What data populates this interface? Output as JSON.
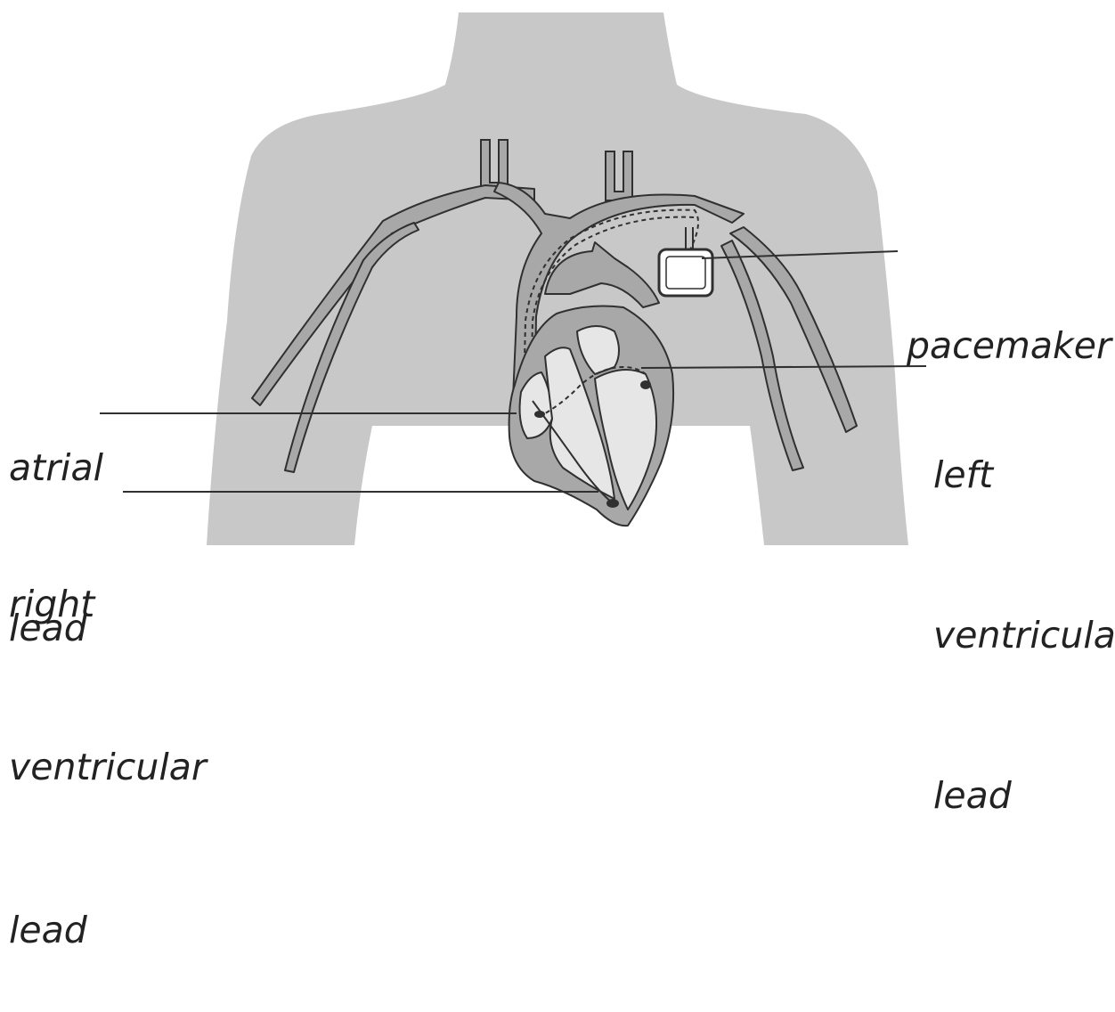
{
  "labels": {
    "pacemaker": [
      "pacemaker"
    ],
    "atrial_lead": [
      "atrial",
      "lead"
    ],
    "right_ventricular_lead": [
      "right",
      "ventricular",
      "lead"
    ],
    "left_ventricular_lead": [
      "left",
      "ventricular",
      "lead"
    ]
  },
  "colors": {
    "torso": "#c8c8c8",
    "vessel_fill": "#a8a8a8",
    "heart_chamber": "#e6e6e6",
    "outline": "#303030",
    "leader_line": "#303030",
    "label_text": "#222222"
  }
}
